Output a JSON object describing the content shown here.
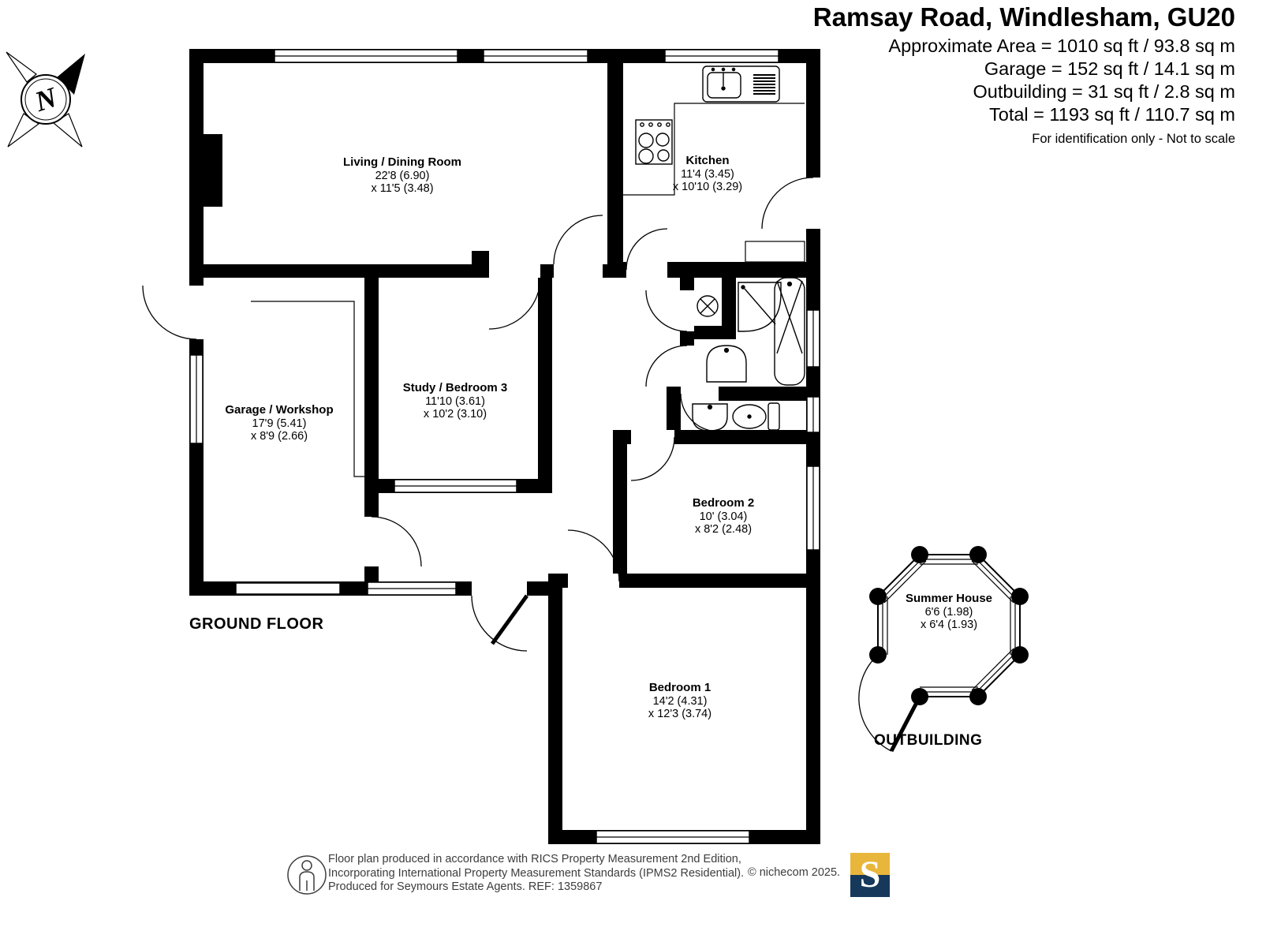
{
  "header": {
    "title": "Ramsay Road, Windlesham, GU20",
    "area_lines": [
      "Approximate Area = 1010 sq ft / 93.8 sq m",
      "Garage = 152 sq ft / 14.1 sq m",
      "Outbuilding = 31 sq ft / 2.8 sq m",
      "Total = 1193 sq ft / 110.7 sq m"
    ],
    "disclaimer": "For identification only - Not to scale"
  },
  "compass": {
    "north_label": "N"
  },
  "plan": {
    "floor_label": "GROUND FLOOR",
    "outbuilding_label": "OUTBUILDING",
    "rooms": [
      {
        "name": "Living / Dining Room",
        "dim1": "22'8 (6.90)",
        "dim2": "x 11'5 (3.48)"
      },
      {
        "name": "Kitchen",
        "dim1": "11'4 (3.45)",
        "dim2": "x 10'10 (3.29)"
      },
      {
        "name": "Study / Bedroom 3",
        "dim1": "11'10 (3.61)",
        "dim2": "x 10'2 (3.10)"
      },
      {
        "name": "Garage / Workshop",
        "dim1": "17'9 (5.41)",
        "dim2": "x 8'9 (2.66)"
      },
      {
        "name": "Bedroom 2",
        "dim1": "10' (3.04)",
        "dim2": "x 8'2 (2.48)"
      },
      {
        "name": "Bedroom 1",
        "dim1": "14'2 (4.31)",
        "dim2": "x 12'3 (3.74)"
      },
      {
        "name": "Summer House",
        "dim1": "6'6 (1.98)",
        "dim2": "x 6'4 (1.93)"
      }
    ]
  },
  "footer": {
    "lines": [
      "Floor plan produced in accordance with RICS Property Measurement 2nd Edition,",
      "Incorporating International Property Measurement Standards (IPMS2 Residential).",
      "Produced for Seymours Estate Agents.   REF: 1359867"
    ],
    "copyright": "© nichecom 2025.",
    "logo_letter": "S"
  },
  "colors": {
    "wall": "#000000",
    "logo_top": "#E9B63C",
    "logo_bottom": "#16395B",
    "footer_text": "#3D3D3D"
  }
}
